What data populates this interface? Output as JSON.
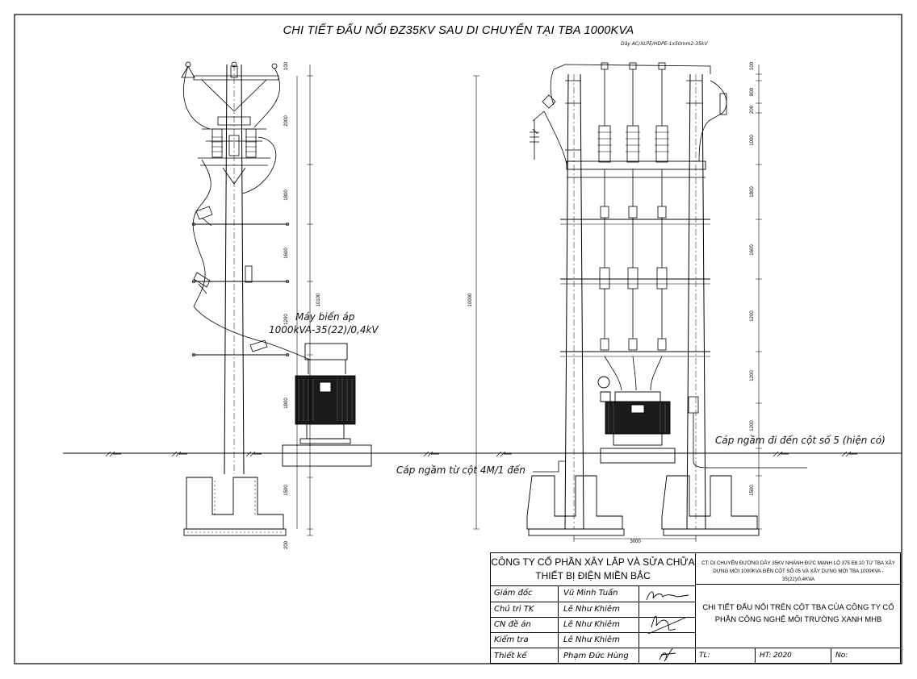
{
  "title": "CHI TIẾT ĐẤU NỐI ĐZ35KV SAU DI CHUYỂN TẠI TBA 1000KVA",
  "annotations": {
    "cable_top": "Dây AC/XLPE/HDPE-1x50mm2-35kV",
    "transformer_line1": "Máy biến áp",
    "transformer_line2": "1000kVA-35(22)/0,4kV",
    "underground_in": "Cáp ngầm từ cột 4M/1 đến",
    "underground_out": "Cáp ngầm đi đến cột số 5 (hiện có)"
  },
  "dims_left": [
    "100",
    "2000",
    "1800",
    "1600",
    "1200",
    "1800",
    "1500",
    "200"
  ],
  "dim_left_total": "10100",
  "dims_right": [
    "100",
    "800",
    "200",
    "1000",
    "1800",
    "1600",
    "1200",
    "1200",
    "1200",
    "1500"
  ],
  "dim_right_total": "10000",
  "dim_bottom": "3000",
  "title_block": {
    "company": "CÔNG TY CỔ PHẦN XÂY LẮP VÀ SỬA CHỮA THIẾT BỊ ĐIỆN MIỀN BẮC",
    "project": "CT: DI CHUYỂN ĐƯỜNG DÂY 35KV NHÁNH ĐỨC MẠNH LỘ 375 E8.10 TỪ TBA XÂY DỰNG MỚI 1000KVA ĐẾN CỘT SỐ 05 VÀ XÂY DỰNG MỚI TBA 1000KVA - 35(22)/0,4KVA",
    "drawing": "CHI TIẾT ĐẤU NỐI TRÊN CỘT TBA CỦA CÔNG TY CỔ PHẦN CÔNG NGHỆ MÔI TRƯỜNG XANH MHB",
    "rows": [
      {
        "role": "Giám đốc",
        "name": "Vũ Minh Tuấn"
      },
      {
        "role": "Chủ trì TK",
        "name": "Lê Như Khiêm"
      },
      {
        "role": "CN đề án",
        "name": "Lê Như Khiêm"
      },
      {
        "role": "Kiểm tra",
        "name": "Lê Như Khiêm"
      },
      {
        "role": "Thiết kế",
        "name": "Phạm Đức Hùng"
      }
    ],
    "tl_label": "TL:",
    "ht_label": "HT:",
    "ht_value": "2020",
    "no_label": "No:"
  }
}
